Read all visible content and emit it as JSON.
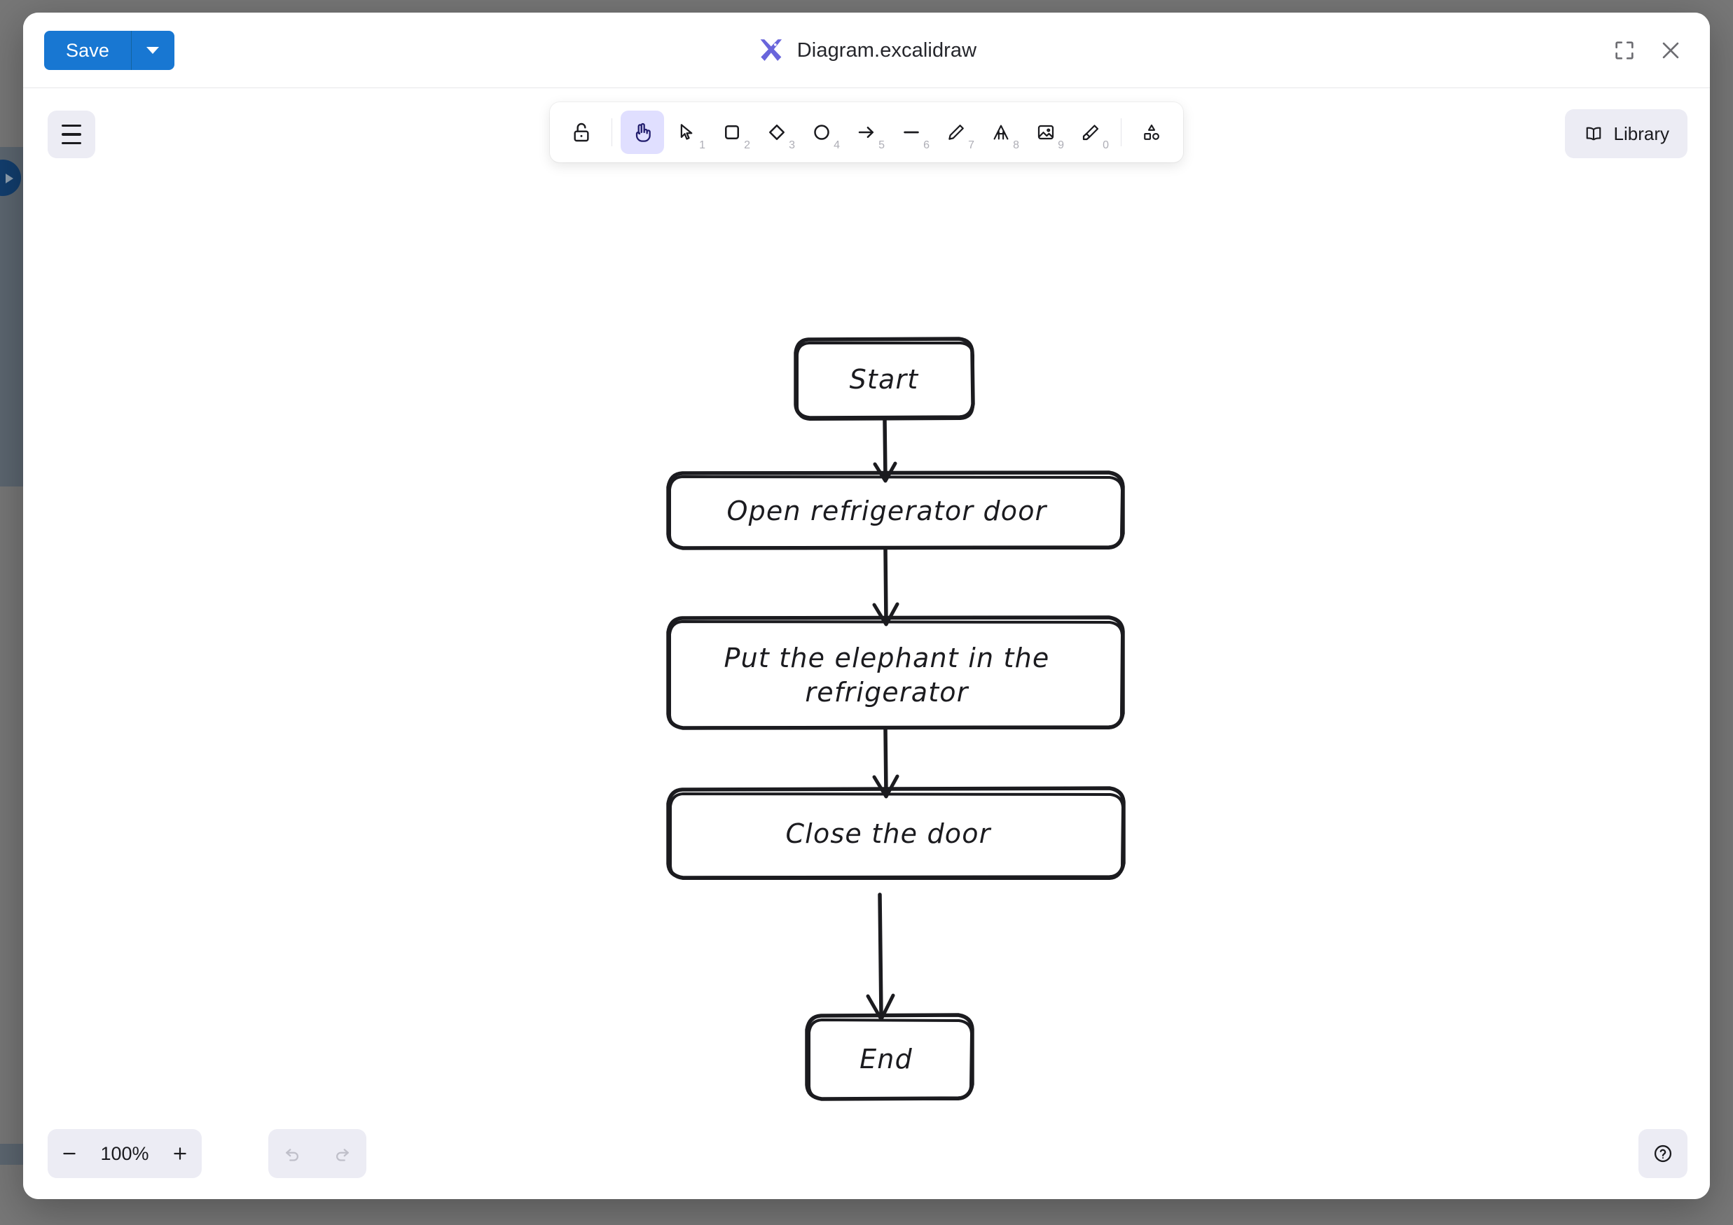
{
  "window": {
    "title": "Diagram.excalidraw",
    "logo_icon": "excalidraw-logo",
    "fullscreen_icon": "fullscreen-icon",
    "close_icon": "close-icon"
  },
  "toolbar_top": {
    "save_label": "Save",
    "save_dropdown_icon": "chevron-down-icon"
  },
  "canvas": {
    "menu_icon": "hamburger-menu-icon",
    "library_label": "Library",
    "library_icon": "book-icon",
    "help_icon": "question-mark-icon"
  },
  "tools": [
    {
      "name": "lock",
      "icon": "padlock-open-icon",
      "shortcut": "",
      "active": false
    },
    {
      "name": "hand",
      "icon": "hand-icon",
      "shortcut": "",
      "active": true
    },
    {
      "name": "selection",
      "icon": "cursor-arrow-icon",
      "shortcut": "1",
      "active": false
    },
    {
      "name": "rectangle",
      "icon": "square-icon",
      "shortcut": "2",
      "active": false
    },
    {
      "name": "diamond",
      "icon": "diamond-icon",
      "shortcut": "3",
      "active": false
    },
    {
      "name": "ellipse",
      "icon": "circle-icon",
      "shortcut": "4",
      "active": false
    },
    {
      "name": "arrow",
      "icon": "arrow-right-icon",
      "shortcut": "5",
      "active": false
    },
    {
      "name": "line",
      "icon": "minus-line-icon",
      "shortcut": "6",
      "active": false
    },
    {
      "name": "draw",
      "icon": "pencil-icon",
      "shortcut": "7",
      "active": false
    },
    {
      "name": "text",
      "icon": "letter-a-icon",
      "shortcut": "8",
      "active": false
    },
    {
      "name": "image",
      "icon": "picture-icon",
      "shortcut": "9",
      "active": false
    },
    {
      "name": "eraser",
      "icon": "eraser-icon",
      "shortcut": "0",
      "active": false
    },
    {
      "name": "shapes",
      "icon": "shapes-icon",
      "shortcut": "",
      "active": false
    }
  ],
  "footer": {
    "zoom_out_icon": "minus-icon",
    "zoom_value": "100%",
    "zoom_in_icon": "plus-icon",
    "undo_icon": "undo-arrow-icon",
    "redo_icon": "redo-arrow-icon"
  },
  "colors": {
    "accent_blue": "#1877d2",
    "active_tool_bg": "#e0dfff",
    "active_tool_fg": "#221d6e",
    "island_bg": "#ececf4",
    "logo_purple": "#6965db",
    "backdrop": "#777777",
    "stroke": "#1b1b1f"
  },
  "diagram": {
    "type": "flowchart",
    "style": "hand-drawn",
    "nodes": [
      {
        "id": "n1",
        "label": "Start",
        "shape": "rounded-rectangle",
        "lines": [
          "Start"
        ]
      },
      {
        "id": "n2",
        "label": "Open refrigerator door",
        "shape": "rounded-rectangle",
        "lines": [
          "Open refrigerator door"
        ]
      },
      {
        "id": "n3",
        "label": "Put the elephant in the refrigerator",
        "shape": "rounded-rectangle",
        "lines": [
          "Put the elephant in the",
          "refrigerator"
        ]
      },
      {
        "id": "n4",
        "label": "Close the door",
        "shape": "rounded-rectangle",
        "lines": [
          "Close the door"
        ]
      },
      {
        "id": "n5",
        "label": "End",
        "shape": "rounded-rectangle",
        "lines": [
          "End"
        ]
      }
    ],
    "edges": [
      {
        "from": "n1",
        "to": "n2",
        "type": "arrow"
      },
      {
        "from": "n2",
        "to": "n3",
        "type": "arrow"
      },
      {
        "from": "n3",
        "to": "n4",
        "type": "arrow"
      },
      {
        "from": "n4",
        "to": "n5",
        "type": "arrow"
      }
    ]
  }
}
